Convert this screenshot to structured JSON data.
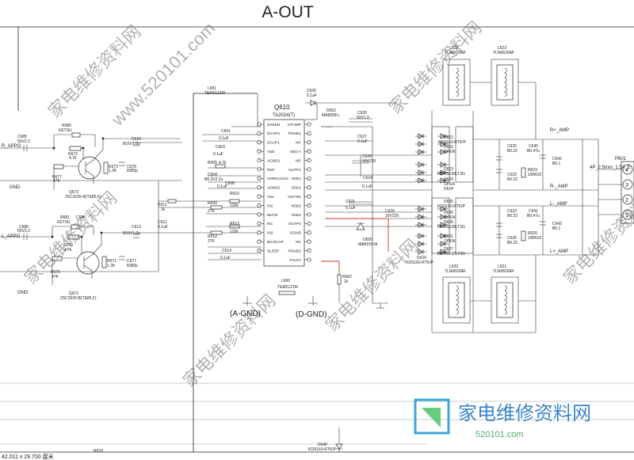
{
  "title": "A-OUT",
  "ic": {
    "ref": "Q610",
    "part": "TA2024(T)",
    "left_pins": [
      "SVEEN",
      "DCAP2",
      "DCAP1",
      "V5D",
      "AGND1",
      "REF",
      "OVERLOAD",
      "AGND2",
      "V5A",
      "IN1",
      "MUTE",
      "NC",
      "IN2",
      "BIASCAP",
      "SLEEP"
    ],
    "right_pins": [
      "CPUMP",
      "PGND1",
      "NC",
      "VDD A",
      "NC",
      "OUTP1",
      "VDD1",
      "VDD1",
      "OUTM1",
      "VDD2",
      "VDD2",
      "OUTP2",
      "DGND",
      "NC",
      "PGND2",
      "FAULT"
    ]
  },
  "labels": {
    "r_appo": "R_APPO",
    "l_appo": "L_APPO",
    "gnd1": "GND",
    "gnd2": "GND",
    "agnd": "(A-GND)",
    "dgnd": "(D-GND)",
    "rp_amp": "R+_AMP",
    "rm_amp": "R-_AMP",
    "lm_amp": "L-_AMP",
    "lp_amp": "L+_AMP",
    "p601": "P601",
    "p601_desc": "4P_2.5mm_1.5A_E",
    "paper": "42.011 x 29.700 厘米"
  },
  "parts": {
    "q672": "Q672",
    "q672_type": "2SC3326-B(TE85,F)",
    "q671": "Q671",
    "q671_type": "2SC3326-B(TE85,F)",
    "l650": "L650",
    "l650_val": "TEM2121M",
    "l651": "L651",
    "l651_val": "TEM2121M",
    "l622": "L622",
    "l622_val": "TLN0629AF",
    "l623": "L623",
    "l623_val": "TLN0629AF",
    "l620": "L620",
    "l620_val": "TLN0629AF",
    "l621": "L621",
    "l621_val": "TLN0629AF",
    "c685": "C685",
    "c685_val": "50V2.2",
    "c686": "C686",
    "c686_val": "50V3.3",
    "r680": "R680",
    "r680_val": "KETSU",
    "r681": "R681",
    "r681_val": "KETSU",
    "r672": "R672",
    "r672_val": "4.7k",
    "r677": "R677",
    "r677_val": "47K",
    "r670": "R670",
    "r670_val": "4.7k",
    "r676": "R676",
    "r676_val": "47K",
    "r673": "R673",
    "r673_val": "1.3K",
    "r671": "R671",
    "r671_val": "1.3K",
    "c678": "C678",
    "c678_val": "8380p",
    "c677": "C677",
    "c677_val": "8380p",
    "c610": "C610",
    "c610_val": "B16V1.0u",
    "c613": "C613",
    "c613_val": "B16V1.0u",
    "r611": "R611",
    "r611_val": "1k",
    "c611": "C611",
    "c611_val": "0.1uF",
    "r609": "R609",
    "r609_val": "27K",
    "r610": "R610",
    "r610_val": "120k",
    "r612": "R612",
    "r612_val": "27K",
    "r613": "R613",
    "r613_val": "120k",
    "c601": "C601",
    "c601_val": "0.1uF",
    "c603": "C603",
    "c603_val": "0.1uF",
    "r605": "R605",
    "r605_val": "4.7k",
    "c604": "C604",
    "c604_val": "B6.3V2.2u",
    "c614": "C614",
    "c614_val": "0.1uF",
    "c608": "C608",
    "c608_val": "0.1uF",
    "c630": "C630",
    "c630_val": "0.1uF",
    "d652": "D652",
    "d652_val": "MA8068-L",
    "c629": "C629",
    "c629_val": "50V1.0",
    "c627": "C627",
    "c627_val": "0.1uF",
    "c628": "C628",
    "c628_val": "16V220",
    "c624": "C624",
    "c624_val": "0.1uF",
    "c621": "C621",
    "c621_val": "0.1uF",
    "c626": "C626",
    "c626_val": "16V220",
    "d650": "D650",
    "d650_val": "MA8150-M",
    "r662": "R662",
    "r662_val": "1k",
    "d622": "D622",
    "d622_val": "KDS160-RTK/P",
    "d629": "D629",
    "d629_val": "KDS160-RTK/P",
    "c625": "C625",
    "c625_val": "B0.22",
    "c640": "C640",
    "c640_val": "B0.47u",
    "c642": "C642",
    "c642_val": "B0.1",
    "c623": "C623",
    "c623_val": "B0.22",
    "r623": "R623",
    "r623_val": "1/8W10",
    "c622": "C622",
    "c622_val": "B0.22",
    "c641": "C641",
    "c641_val": "B0.47u",
    "c643": "C643",
    "c643_val": "B0.1",
    "c620": "C620",
    "c620_val": "B0.22",
    "r620": "R620",
    "r620_val": "1/8W10",
    "d632": "D632",
    "d632_val": "OPEN",
    "d623": "D623",
    "d623_val": "MBRS130LT3G",
    "d633": "D633",
    "d633_val": "OPEN",
    "d624": "D624",
    "d625": "D625",
    "d625_val": "KDS160-RTK/P",
    "d630": "D630",
    "d630_val": "OPEN",
    "d626": "D626",
    "d626_val": "MBRS130LT3G",
    "d631": "D631",
    "d631_val": "OPEN",
    "d627": "D627",
    "d627_val": "MBRS130LT3G",
    "d640": "D640",
    "d640_val": "KDS160-RTK/P",
    "r618": "R618"
  },
  "watermark": {
    "text": "家电维修资料网",
    "url": "www.520101.com",
    "site": "520101.com"
  }
}
